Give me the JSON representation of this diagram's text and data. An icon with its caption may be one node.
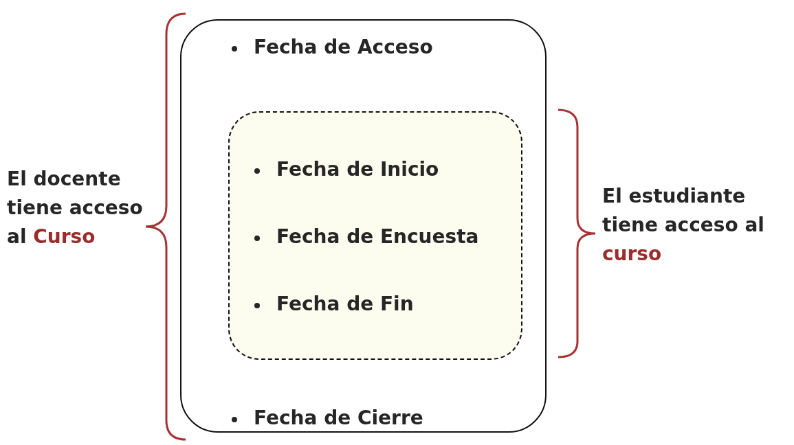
{
  "diagram": {
    "nodes": [
      {
        "text": [
          "Fecha de Acceso",
          "Fecha de Cierre"
        ]
      },
      {
        "text": [
          "Fecha de Inicio",
          "Fecha de Encuesta",
          "Fecha de Fin"
        ],
        "in": 0
      }
    ],
    "labels": [
      "El docente tiene acceso al Curso",
      "El estudiante tiene acceso al curso"
    ]
  }
}
